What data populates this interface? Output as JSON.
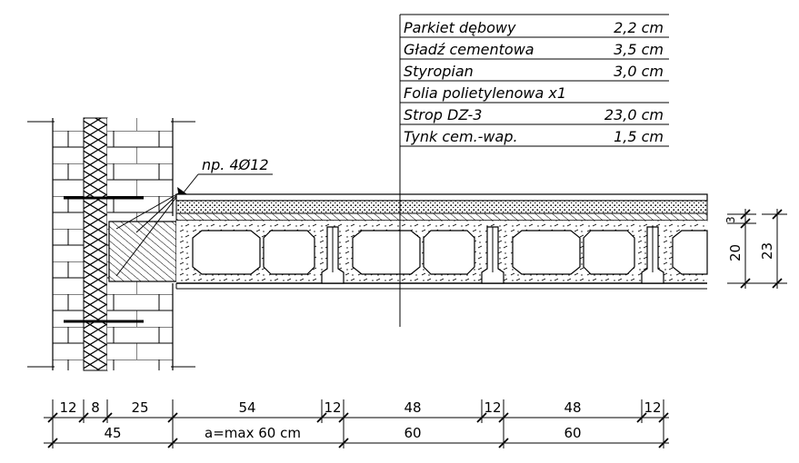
{
  "legend": {
    "layers": [
      {
        "name": "Parkiet dębowy",
        "thickness": "2,2 cm"
      },
      {
        "name": "Gładź cementowa",
        "thickness": "3,5 cm"
      },
      {
        "name": "Styropian",
        "thickness": "3,0 cm"
      },
      {
        "name": "Folia polietylenowa x1",
        "thickness": ""
      },
      {
        "name": "Strop DZ-3",
        "thickness": "23,0 cm"
      },
      {
        "name": "Tynk cem.-wap.",
        "thickness": "1,5 cm"
      }
    ]
  },
  "rebar_note": "np. 4Ø12",
  "vertical_dims": {
    "small": "3",
    "mid": "20",
    "total": "23"
  },
  "dim_row1": [
    "12",
    "8",
    "25",
    "54",
    "12",
    "48",
    "12",
    "48",
    "12"
  ],
  "dim_row2": [
    "45",
    "a=max 60 cm",
    "60",
    "60"
  ]
}
